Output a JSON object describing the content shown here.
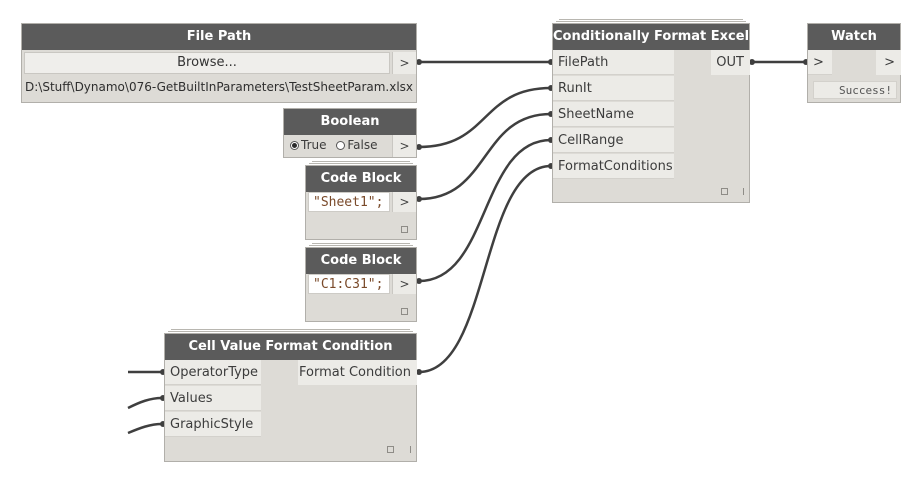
{
  "nodes": {
    "file_path": {
      "title": "File Path",
      "browse_label": "Browse...",
      "arrow": ">",
      "path_value": "D:\\Stuff\\Dynamo\\076-GetBuiltInParameters\\TestSheetParam.xlsx"
    },
    "boolean": {
      "title": "Boolean",
      "true_label": "True",
      "false_label": "False",
      "selected": "True",
      "arrow": ">"
    },
    "code_block_1": {
      "title": "Code Block",
      "code": "\"Sheet1\";",
      "arrow": ">"
    },
    "code_block_2": {
      "title": "Code Block",
      "code": "\"C1:C31\";",
      "arrow": ">"
    },
    "cell_value_format_condition": {
      "title": "Cell Value Format Condition",
      "inputs": [
        "OperatorType",
        "Values",
        "GraphicStyle"
      ],
      "output": "Format Condition"
    },
    "conditionally_format_excel": {
      "title": "Conditionally Format Excel",
      "inputs": [
        "FilePath",
        "RunIt",
        "SheetName",
        "CellRange",
        "FormatConditions"
      ],
      "output": "OUT"
    },
    "watch": {
      "title": "Watch",
      "in_arrow": ">",
      "out_arrow": ">",
      "value": "Success!"
    }
  },
  "colors": {
    "header": "#5b5b5b",
    "node_body": "#dddbd6",
    "wire": "#3f3f3f",
    "code_text": "#7a4a2a"
  }
}
